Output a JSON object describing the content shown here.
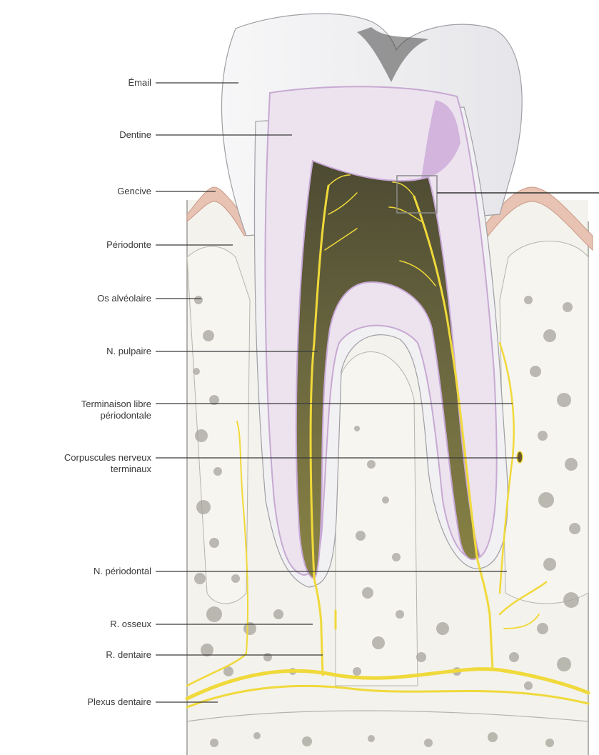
{
  "labels": {
    "email": "Émail",
    "dentine": "Dentine",
    "gencive": "Gencive",
    "periodonte": "Périodonte",
    "os_alveolaire": "Os alvéolaire",
    "n_pulpaire": "N. pulpaire",
    "terminaison_line1": "Terminaison libre",
    "terminaison_line2": "périodontale",
    "corpuscules_line1": "Corpuscules nerveux",
    "corpuscules_line2": "terminaux",
    "n_periodontal": "N. périodontal",
    "r_osseux": "R. osseux",
    "r_dentaire": "R. dentaire",
    "plexus_dentaire": "Plexus dentaire"
  },
  "colors": {
    "enamel": "#f4f4f6",
    "dentin": "#ece4ef",
    "dentin_edge": "#c9a6d3",
    "pulp": "#5f5a3a",
    "nerve": "#f2dc3c",
    "gum": "#e9c3b4",
    "bone": "#f3f2ec",
    "bone_spot": "#9a9890",
    "periodontium": "#fafaf8"
  }
}
